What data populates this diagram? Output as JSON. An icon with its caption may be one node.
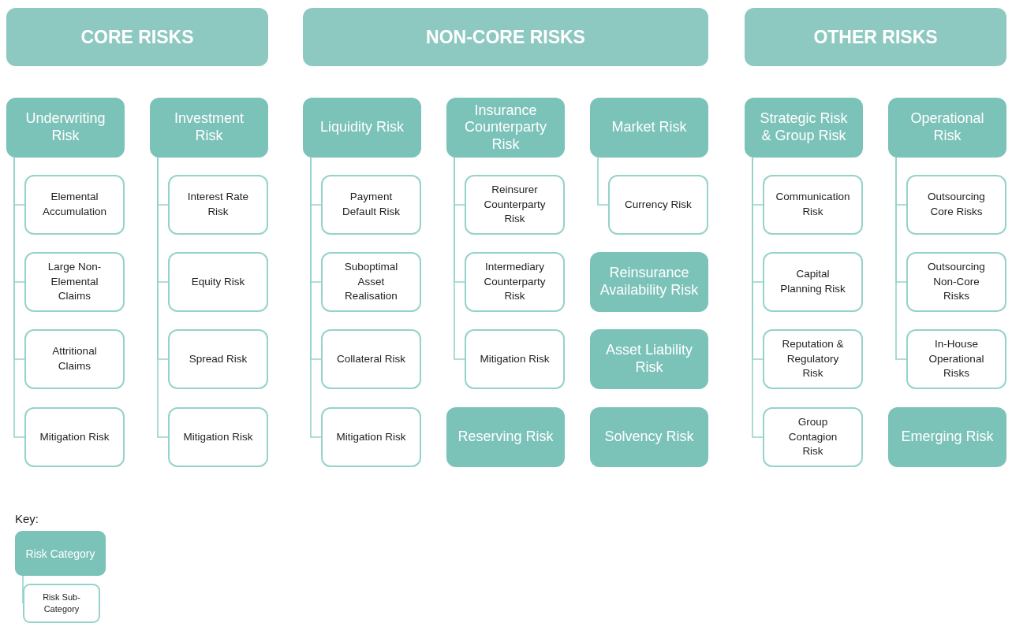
{
  "diagram": {
    "nodes": [
      {
        "text": [
          "CORE RISKS"
        ]
      },
      {
        "text": [
          "NON-CORE RISKS"
        ]
      },
      {
        "text": [
          "OTHER RISKS"
        ]
      },
      {
        "text": [
          "Underwriting Risk"
        ]
      },
      {
        "text": [
          "Elemental Accumulation"
        ]
      },
      {
        "text": [
          "Large Non-Elemental Claims"
        ]
      },
      {
        "text": [
          "Attritional Claims"
        ]
      },
      {
        "text": [
          "Mitigation Risk"
        ]
      },
      {
        "text": [
          "Investment Risk"
        ]
      },
      {
        "text": [
          "Interest Rate Risk"
        ]
      },
      {
        "text": [
          "Equity Risk"
        ]
      },
      {
        "text": [
          "Spread Risk"
        ]
      },
      {
        "text": [
          "Mitigation Risk"
        ]
      },
      {
        "text": [
          "Liquidity Risk"
        ]
      },
      {
        "text": [
          "Payment Default Risk"
        ]
      },
      {
        "text": [
          "Suboptimal Asset Realisation"
        ]
      },
      {
        "text": [
          "Collateral Risk"
        ]
      },
      {
        "text": [
          "Mitigation Risk"
        ]
      },
      {
        "text": [
          "Insurance Counterparty Risk"
        ]
      },
      {
        "text": [
          "Reinsurer Counterparty Risk"
        ]
      },
      {
        "text": [
          "Intermediary Counterparty Risk"
        ]
      },
      {
        "text": [
          "Mitigation Risk"
        ]
      },
      {
        "text": [
          "Reserving Risk"
        ]
      },
      {
        "text": [
          "Market Risk"
        ]
      },
      {
        "text": [
          "Currency Risk"
        ]
      },
      {
        "text": [
          "Reinsurance Availability Risk"
        ]
      },
      {
        "text": [
          "Asset Liability Risk"
        ]
      },
      {
        "text": [
          "Solvency Risk"
        ]
      },
      {
        "text": [
          "Strategic Risk & Group Risk"
        ]
      },
      {
        "text": [
          "Communication Risk"
        ]
      },
      {
        "text": [
          "Capital Planning Risk"
        ]
      },
      {
        "text": [
          "Reputation & Regulatory Risk"
        ]
      },
      {
        "text": [
          "Group Contagion Risk"
        ]
      },
      {
        "text": [
          "Operational Risk"
        ]
      },
      {
        "text": [
          "Outsourcing Core Risks"
        ]
      },
      {
        "text": [
          "Outsourcing Non-Core Risks"
        ]
      },
      {
        "text": [
          "In-House Operational Risks"
        ]
      },
      {
        "text": [
          "Emerging Risk"
        ]
      },
      {
        "text": [
          "Risk Category"
        ]
      },
      {
        "text": [
          "Risk Sub-Category"
        ]
      }
    ],
    "edges": [
      {
        "from": 3,
        "to": 4,
        "arrow": "none"
      },
      {
        "from": 3,
        "to": 5,
        "arrow": "none"
      },
      {
        "from": 3,
        "to": 6,
        "arrow": "none"
      },
      {
        "from": 3,
        "to": 7,
        "arrow": "none"
      },
      {
        "from": 8,
        "to": 9,
        "arrow": "none"
      },
      {
        "from": 8,
        "to": 10,
        "arrow": "none"
      },
      {
        "from": 8,
        "to": 11,
        "arrow": "none"
      },
      {
        "from": 8,
        "to": 12,
        "arrow": "none"
      },
      {
        "from": 13,
        "to": 14,
        "arrow": "none"
      },
      {
        "from": 13,
        "to": 15,
        "arrow": "none"
      },
      {
        "from": 13,
        "to": 16,
        "arrow": "none"
      },
      {
        "from": 13,
        "to": 17,
        "arrow": "none"
      },
      {
        "from": 18,
        "to": 19,
        "arrow": "none"
      },
      {
        "from": 18,
        "to": 20,
        "arrow": "none"
      },
      {
        "from": 18,
        "to": 21,
        "arrow": "none"
      },
      {
        "from": 23,
        "to": 24,
        "arrow": "none"
      },
      {
        "from": 28,
        "to": 29,
        "arrow": "none"
      },
      {
        "from": 28,
        "to": 30,
        "arrow": "none"
      },
      {
        "from": 28,
        "to": 31,
        "arrow": "none"
      },
      {
        "from": 28,
        "to": 32,
        "arrow": "none"
      },
      {
        "from": 33,
        "to": 34,
        "arrow": "none"
      },
      {
        "from": 33,
        "to": 35,
        "arrow": "none"
      },
      {
        "from": 33,
        "to": 36,
        "arrow": "none"
      },
      {
        "from": 38,
        "to": 39,
        "arrow": "none"
      }
    ],
    "labels": [
      "Key:"
    ]
  }
}
